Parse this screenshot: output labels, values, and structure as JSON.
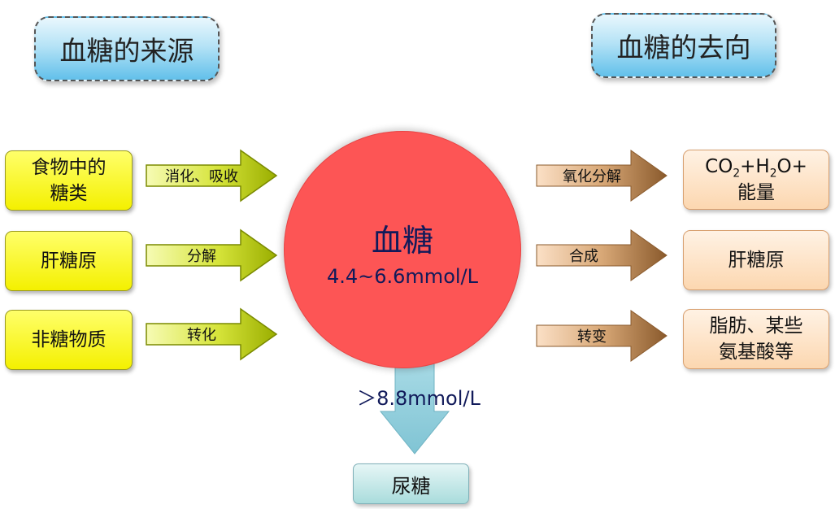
{
  "headers": {
    "left": "血糖的来源",
    "right": "血糖的去向"
  },
  "sources": [
    {
      "label": "食物中的\n糖类",
      "arrow_label": "消化、吸收"
    },
    {
      "label": "肝糖原",
      "arrow_label": "分解"
    },
    {
      "label": "非糖物质",
      "arrow_label": "转化"
    }
  ],
  "center": {
    "title": "血糖",
    "range": "4.4~6.6mmol/L"
  },
  "destinations": [
    {
      "label_parts": {
        "co": "CO",
        "sub1": "2",
        "plus_h": "+H",
        "sub2": "2",
        "o_plus": "O+",
        "line2": "能量"
      },
      "arrow_label": "氧化分解"
    },
    {
      "label": "肝糖原",
      "arrow_label": "合成"
    },
    {
      "label_line1": "脂肪、某些",
      "label_line2": "氨基酸等",
      "arrow_label": "转变"
    }
  ],
  "overflow": {
    "threshold": "＞8.8mmol/L",
    "result": "尿糖"
  },
  "colors": {
    "source_fill": "#f4f000",
    "source_arrow": "#b8c800",
    "center_fill": "#fd5555",
    "dest_fill": "#fcd7b0",
    "dest_arrow": "#9c6a3c",
    "header_fill": "#62c0ea",
    "down_arrow": "#86c7d6"
  }
}
